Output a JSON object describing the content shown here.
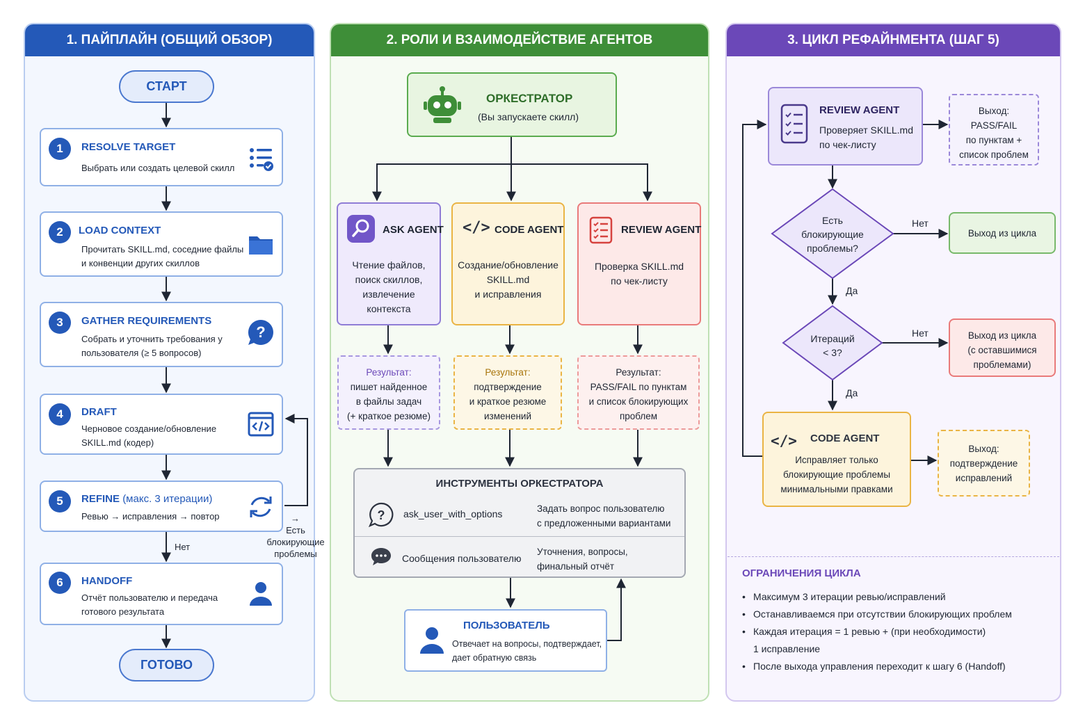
{
  "panel1": {
    "title": "1. ПАЙПЛАЙН (ОБЩИЙ ОБЗОР)",
    "start": "СТАРТ",
    "end": "ГОТОВО",
    "steps": [
      {
        "num": "1",
        "title": "RESOLVE TARGET",
        "desc1": "Выбрать или создать целевой скилл",
        "desc2": "",
        "icon": "checklist-icon"
      },
      {
        "num": "2",
        "title": "LOAD CONTEXT",
        "desc1": "Прочитать SKILL.md, соседние файлы",
        "desc2": "и конвенции других скиллов",
        "icon": "folder-icon"
      },
      {
        "num": "3",
        "title": "GATHER REQUIREMENTS",
        "desc1": "Собрать и уточнить требования у",
        "desc2": "пользователя (≥ 5 вопросов)",
        "icon": "question-icon"
      },
      {
        "num": "4",
        "title": "DRAFT",
        "desc1": "Черновое создание/обновление",
        "desc2": "SKILL.md (кодер)",
        "icon": "code-icon"
      },
      {
        "num": "5",
        "title": "REFINE",
        "title_note": "(макс. 3 итерации)",
        "desc1": "Ревью → исправления → повтор",
        "desc2": "",
        "icon": "refresh-icon"
      },
      {
        "num": "6",
        "title": "HANDOFF",
        "desc1": "Отчёт пользователю и передача",
        "desc2": "готового результата",
        "icon": "user-icon"
      }
    ],
    "no_label": "Нет",
    "loop_label": [
      "→",
      "Есть",
      "блокирующие",
      "проблемы"
    ]
  },
  "panel2": {
    "title": "2. РОЛИ И ВЗАИМОДЕЙСТВИЕ АГЕНТОВ",
    "orchestrator": {
      "title": "ОРКЕСТРАТОР",
      "subtitle": "(Вы запускаете скилл)"
    },
    "agents": [
      {
        "title": "ASK AGENT",
        "lines": [
          "Чтение файлов,",
          "поиск скиллов,",
          "извлечение",
          "контекста"
        ],
        "result": [
          "Результат:",
          "пишет найденное",
          "в файлы задач",
          "(+ краткое резюме)"
        ]
      },
      {
        "title": "CODE AGENT",
        "lines": [
          "Создание/обновление",
          "SKILL.md",
          "и исправления"
        ],
        "result": [
          "Результат:",
          "подтверждение",
          "и краткое резюме",
          "изменений"
        ]
      },
      {
        "title": "REVIEW AGENT",
        "lines": [
          "Проверка SKILL.md",
          "по чек-листу"
        ],
        "result": [
          "Результат:",
          "PASS/FAIL по пунктам",
          "и список блокирующих",
          "проблем"
        ]
      }
    ],
    "tools": {
      "title": "ИНСТРУМЕНТЫ ОРКЕСТРАТОРА",
      "rows": [
        {
          "name": "ask_user_with_options",
          "desc1": "Задать вопрос пользователю",
          "desc2": "с предложенными вариантами"
        },
        {
          "name": "Сообщения пользователю",
          "desc1": "Уточнения, вопросы,",
          "desc2": "финальный отчёт"
        }
      ]
    },
    "user": {
      "title": "ПОЛЬЗОВАТЕЛЬ",
      "line1": "Отвечает на вопросы, подтверждает,",
      "line2": "дает обратную связь"
    }
  },
  "panel3": {
    "title": "3. ЦИКЛ РЕФАЙНМЕНТА (ШАГ 5)",
    "review": {
      "title": "REVIEW AGENT",
      "line1": "Проверяет SKILL.md",
      "line2": "по чек-листу"
    },
    "review_out": [
      "Выход:",
      "PASS/FAIL",
      "по пунктам +",
      "список проблем"
    ],
    "diamond1": [
      "Есть",
      "блокирующие",
      "проблемы?"
    ],
    "diamond2": [
      "Итераций",
      "< 3?"
    ],
    "no": "Нет",
    "yes": "Да",
    "exit1": "Выход из цикла",
    "exit2": [
      "Выход из цикла",
      "(с оставшимися",
      "проблемами)"
    ],
    "code": {
      "title": "CODE AGENT",
      "line1": "Исправляет только",
      "line2": "блокирующие проблемы",
      "line3": "минимальными правками"
    },
    "code_out": [
      "Выход:",
      "подтверждение",
      "исправлений"
    ],
    "limits_title": "ОГРАНИЧЕНИЯ ЦИКЛА",
    "limits": [
      "Максимум 3 итерации ревью/исправлений",
      "Останавливаемся при отсутствии блокирующих проблем",
      "Каждая итерация = 1 ревью + (при необходимости)",
      "1 исправление",
      "После выхода управления переходит к шагу 6 (Handoff)"
    ]
  },
  "colors": {
    "blue": "#2459b8",
    "green": "#3e8e38",
    "purple": "#6b48b8",
    "orange": "#e8a91f",
    "red": "#e25c5c"
  }
}
